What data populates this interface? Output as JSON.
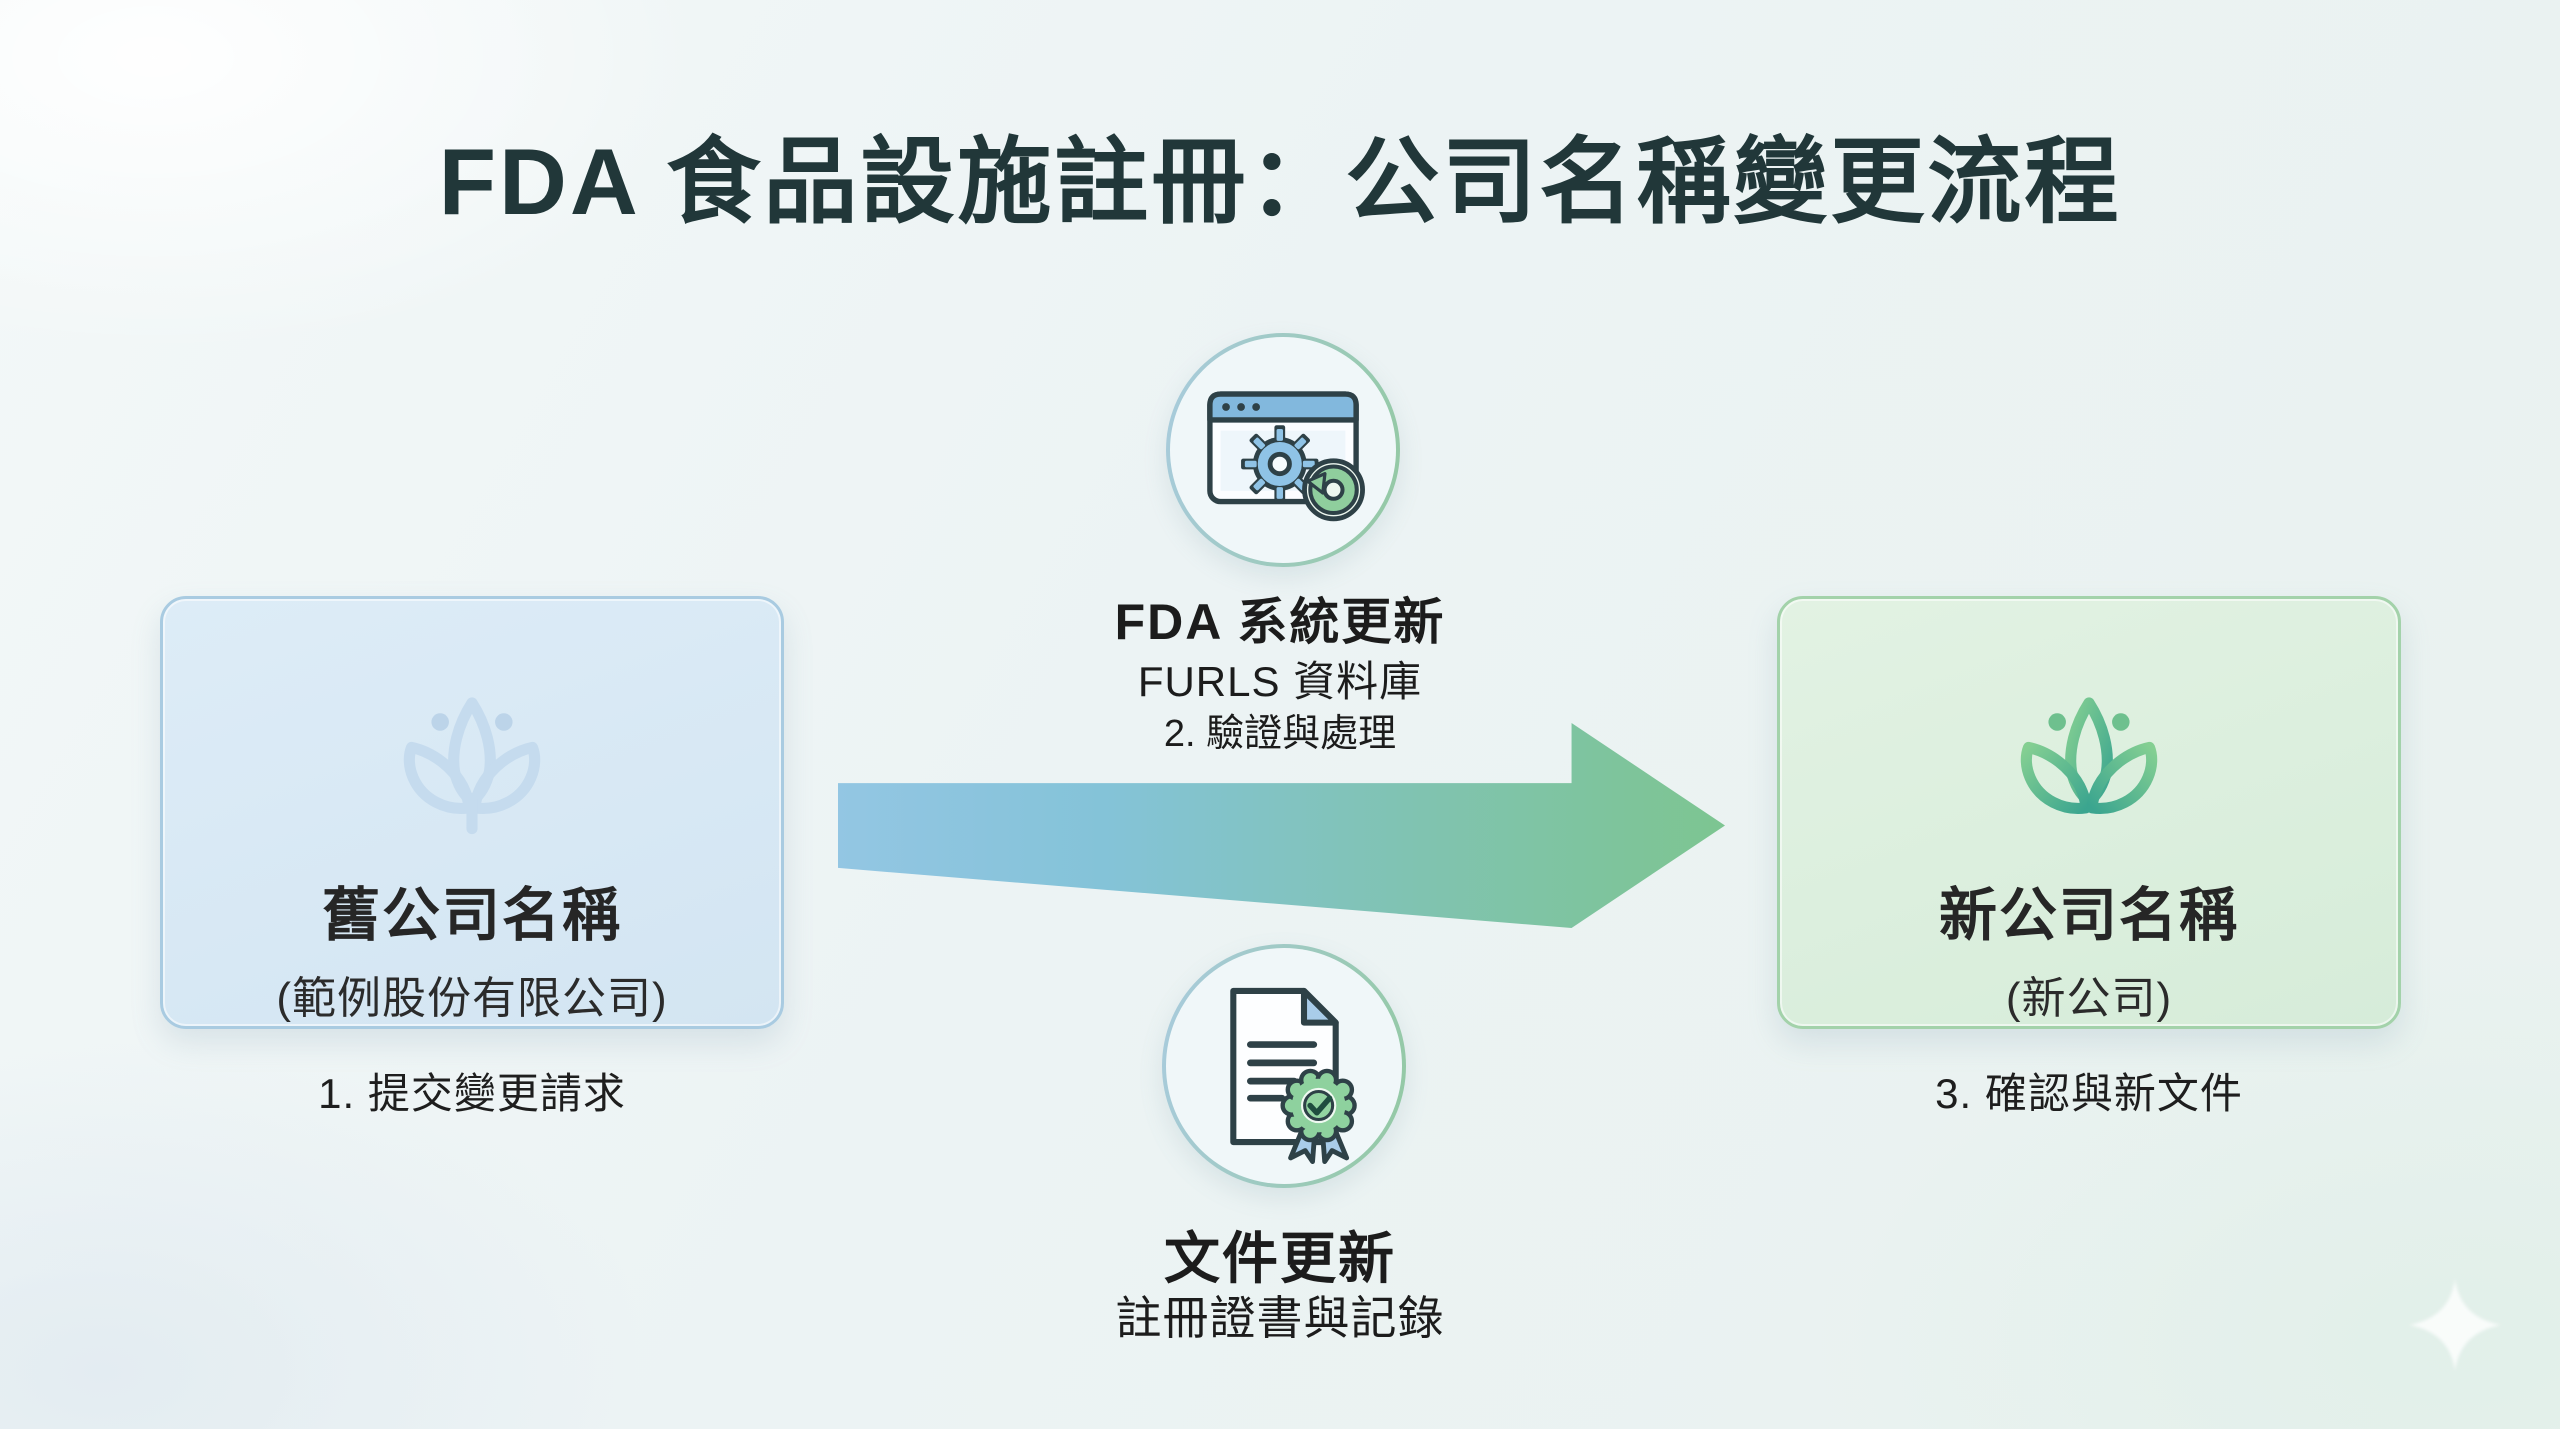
{
  "title": "FDA 食品設施註冊：公司名稱變更流程",
  "flow": {
    "old_company": {
      "label": "舊公司名稱",
      "sublabel": "(範例股份有限公司)",
      "caption": "1. 提交變更請求"
    },
    "system_update": {
      "label": "FDA 系統更新",
      "sublabel": "FURLS 資料庫",
      "caption": "2. 驗證與處理"
    },
    "document_update": {
      "label": "文件更新",
      "sublabel": "註冊證書與記錄"
    },
    "new_company": {
      "label": "新公司名稱",
      "sublabel": "(新公司)",
      "caption": "3. 確認與新文件"
    }
  },
  "icons": {
    "old_company": "lotus-icon",
    "system_update": "browser-gear-refresh-icon",
    "document_update": "document-certificate-icon",
    "new_company": "lotus-icon",
    "decoration": "sparkle-icon"
  },
  "colors": {
    "title_text": "#213739",
    "arrow_start": "#93c6e3",
    "arrow_end": "#7dc591",
    "old_box_fill": "#d8e9f5",
    "old_box_border": "#a9cbe1",
    "new_box_fill": "#dceedd",
    "new_box_border": "#a3d2aa",
    "browser_bar_blue": "#82b8dd",
    "badge_green": "#8ed19e",
    "ribbon_blue": "#a9cce9"
  }
}
